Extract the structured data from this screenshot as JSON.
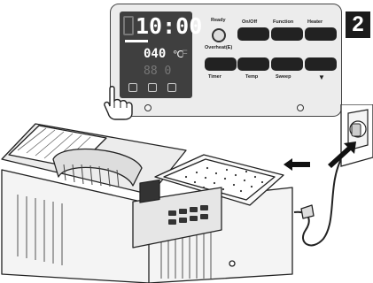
{
  "step_number": "2",
  "display": {
    "time": "10:00",
    "temperature": "040",
    "unit_c": "℃",
    "unit_f": "F",
    "dim_digits": "88 0"
  },
  "panel": {
    "ready_label": "Ready",
    "overheat_label": "Overheat(E)",
    "buttons": {
      "on_off": "On/Off",
      "function": "Function",
      "heater": "Heater",
      "timer": "Timer",
      "temp": "Temp",
      "sweep": "Sweep",
      "down_symbol": "▼"
    }
  },
  "icons": [
    "lcd-heater-icon",
    "lcd-degas-icon",
    "lcd-basket-icon",
    "hand-pointer-icon",
    "plug-icon",
    "arrow-left-icon",
    "arrow-right-icon"
  ]
}
